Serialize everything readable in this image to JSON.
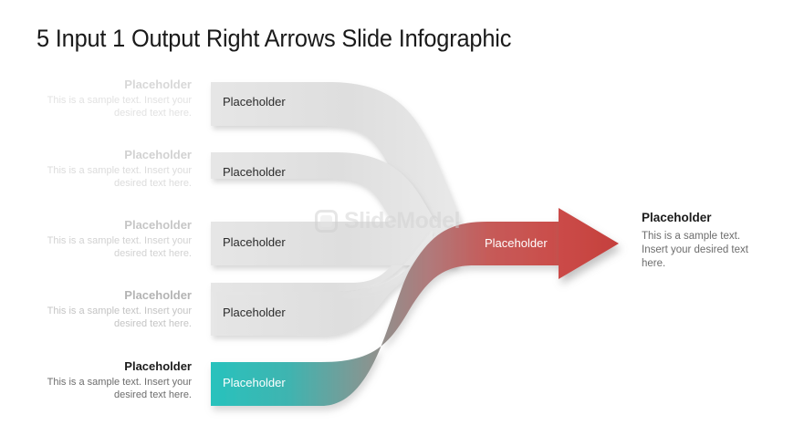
{
  "slide": {
    "title": "5 Input 1 Output Right Arrows Slide Infographic",
    "background_color": "#ffffff"
  },
  "watermark": {
    "text": "SlideModel",
    "logo_icon": "rounded-square-logo-icon",
    "color": "#d2d2d2"
  },
  "colors": {
    "accent_teal": "#2ac0bb",
    "accent_red": "#cb4b48",
    "bar_gray": "#e3e3e3",
    "title_text": "#1a1a1a",
    "body_text": "#6d6d6d"
  },
  "inputs": [
    {
      "index": 1,
      "heading": "Placeholder",
      "body": "This is a sample text. Insert your desired text here.",
      "bar_label": "Placeholder",
      "heading_color": "#d8d8d8",
      "body_color": "#e2e2e2",
      "bar_color": "#e5e5e5",
      "bar_text_color": "#2b2b2b"
    },
    {
      "index": 2,
      "heading": "Placeholder",
      "body": "This is a sample text. Insert your desired text here.",
      "bar_label": "Placeholder",
      "heading_color": "#d2d2d2",
      "body_color": "#dcdcdc",
      "bar_color": "#e4e4e4",
      "bar_text_color": "#2b2b2b"
    },
    {
      "index": 3,
      "heading": "Placeholder",
      "body": "This is a sample text. Insert your desired text here.",
      "bar_label": "Placeholder",
      "heading_color": "#c6c6c6",
      "body_color": "#d2d2d2",
      "bar_color": "#e3e3e3",
      "bar_text_color": "#2b2b2b"
    },
    {
      "index": 4,
      "heading": "Placeholder",
      "body": "This is a sample text. Insert your desired text here.",
      "bar_label": "Placeholder",
      "heading_color": "#b4b4b4",
      "body_color": "#c4c4c4",
      "bar_color": "#e2e2e2",
      "bar_text_color": "#2b2b2b"
    },
    {
      "index": 5,
      "heading": "Placeholder",
      "body": "This is a sample text. Insert your desired text here.",
      "bar_label": "Placeholder",
      "heading_color": "#1c1c1c",
      "body_color": "#6d6d6d",
      "bar_color": "#2ac0bb",
      "bar_text_color": "#ffffff"
    }
  ],
  "output": {
    "arrow_label": "Placeholder",
    "heading": "Placeholder",
    "body": "This is a sample text. Insert your desired text here.",
    "arrow_color": "#cb4b48"
  }
}
